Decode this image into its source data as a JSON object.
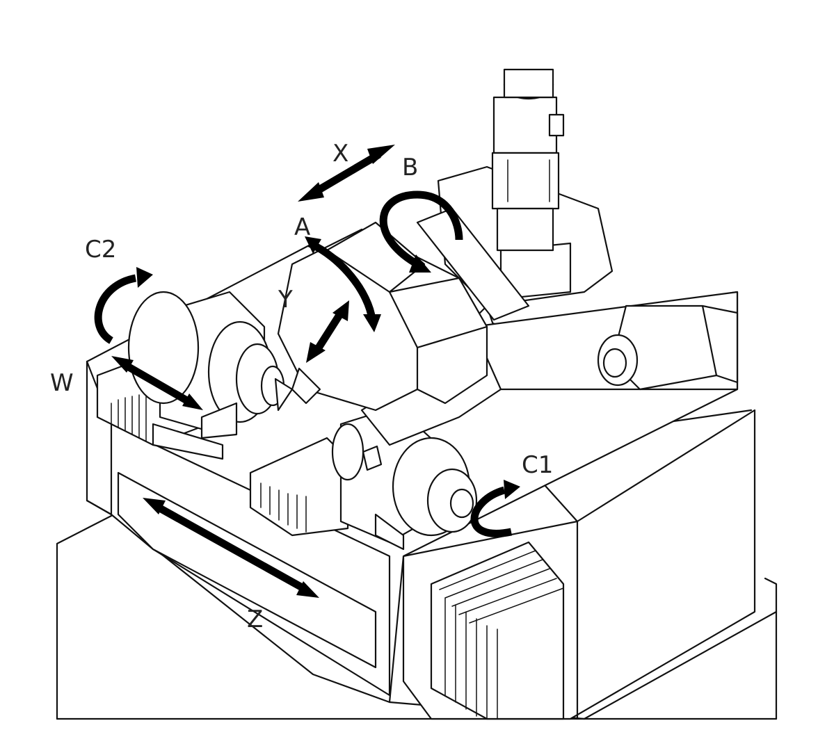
{
  "axes": {
    "x": "X",
    "b": "B",
    "a": "A",
    "y": "Y",
    "c2": "C2",
    "w": "W",
    "c1": "C1",
    "z": "Z"
  },
  "colors": {
    "line": "#111111",
    "arrow": "#000000",
    "background": "#ffffff"
  }
}
